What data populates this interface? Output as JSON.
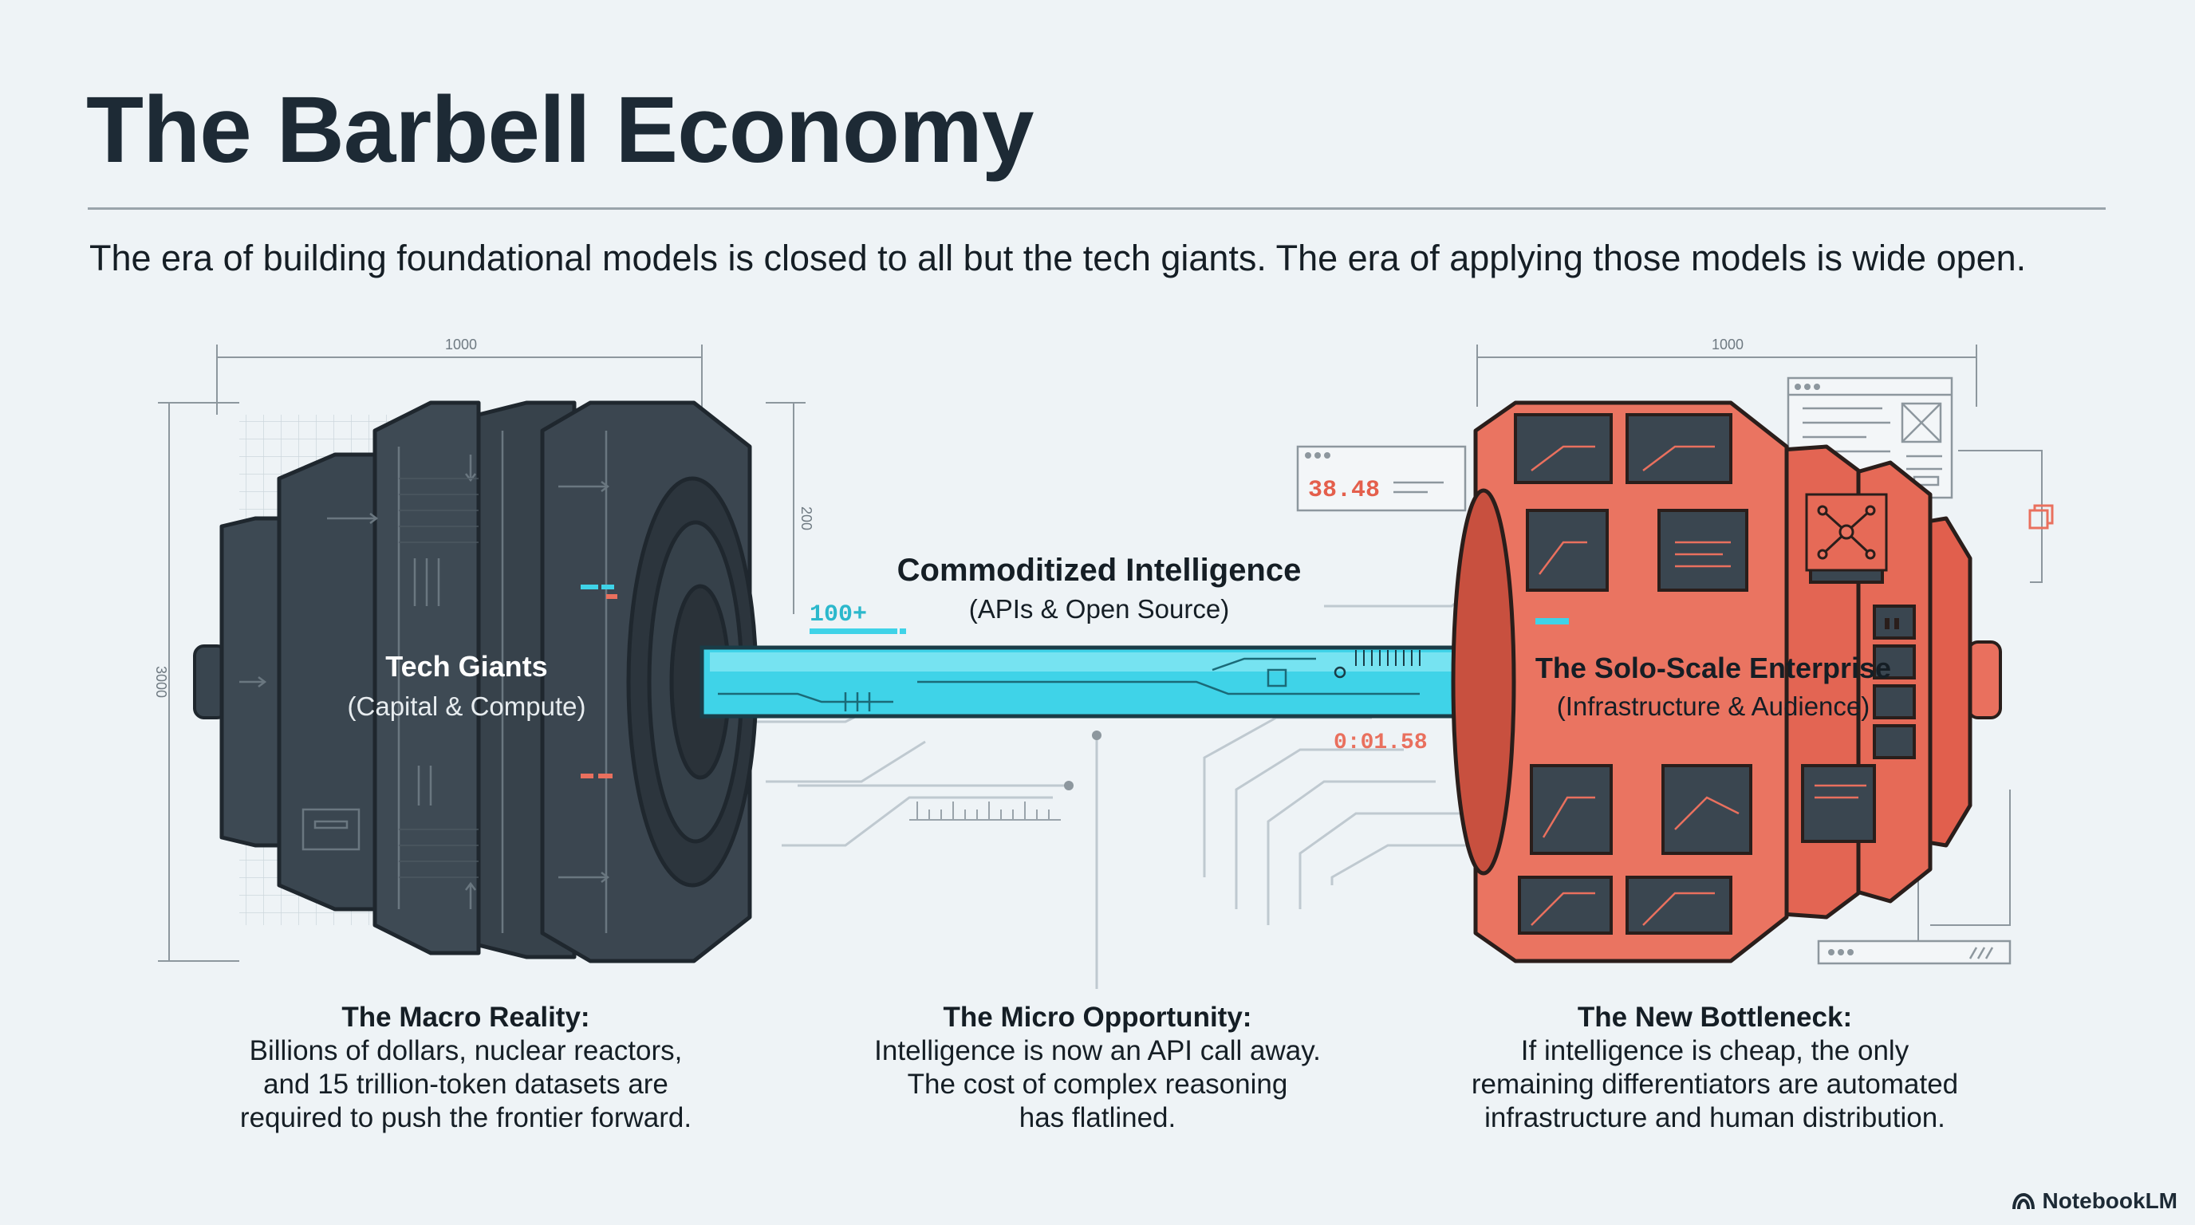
{
  "title": "The Barbell Economy",
  "subtitle": "The era of building foundational models is closed to all but the tech giants. The era of applying those models is wide open.",
  "diagram": {
    "left_weight": {
      "title": "Tech Giants",
      "subtitle": "(Capital & Compute)"
    },
    "bar": {
      "title": "Commoditized Intelligence",
      "subtitle": "(APIs & Open Source)"
    },
    "right_weight": {
      "title": "The Solo-Scale Enterprise",
      "subtitle": "(Infrastructure & Audience)"
    },
    "readouts": {
      "counter": "100+",
      "value": "38.48",
      "timer": "0:01.58"
    },
    "dimensions": {
      "left_width": "1000",
      "right_width": "1000",
      "left_height": "3000",
      "plate_height": "200"
    }
  },
  "captions": [
    {
      "heading": "The Macro Reality:",
      "body": [
        "Billions of dollars, nuclear reactors,",
        "and 15 trillion-token datasets are",
        "required to push the frontier forward."
      ]
    },
    {
      "heading": "The Micro Opportunity:",
      "body": [
        "Intelligence is now an API call away.",
        "The cost of complex reasoning",
        "has flatlined."
      ]
    },
    {
      "heading": "The New Bottleneck:",
      "body": [
        "If intelligence is cheap, the only",
        "remaining differentiators are automated",
        "infrastructure and human distribution."
      ]
    }
  ],
  "brand": {
    "name": "NotebookLM",
    "icon": "notebooklm-logo-icon"
  },
  "colors": {
    "dark_weight": "#39454f",
    "coral_weight": "#e9705e",
    "bar": "#3fd3e8",
    "background": "#eef3f6"
  }
}
